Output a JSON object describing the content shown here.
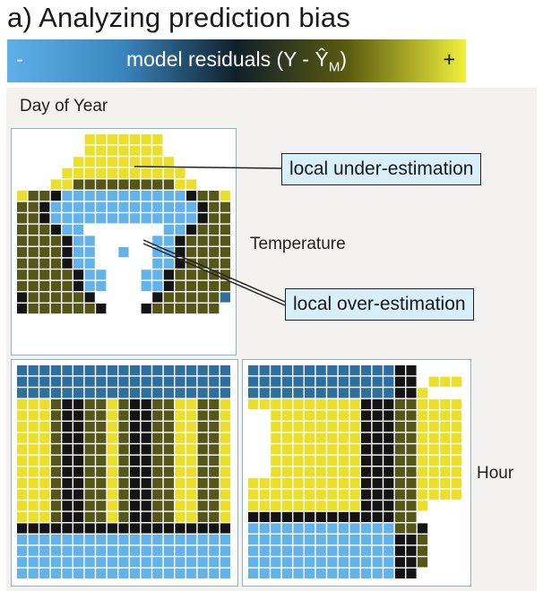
{
  "header": {
    "title": "a) Analyzing prediction bias"
  },
  "legend": {
    "minus": "-",
    "label": "model residuals (Y - Ŷ",
    "label_sub": "M",
    "label_close": ")",
    "plus": "+",
    "colors": [
      "#5fb0e8",
      "#3a86bf",
      "#10202a",
      "#5a5a10",
      "#f0f03c"
    ]
  },
  "dimensions": {
    "day_of_year": "Day of Year",
    "temperature": "Temperature",
    "hour": "Hour"
  },
  "callouts": {
    "under": "local under-estimation",
    "over": "local over-estimation"
  },
  "chart_data": {
    "type": "heatmap",
    "value_scale": "residual, -2 (strong over-estimation, blue) to +2 (strong under-estimation, yellow), blank = no data",
    "panels": [
      {
        "name": "temperature-vs-day-of-year",
        "x": "Day of Year",
        "y": "Temperature",
        "rows": [
          "       22222       ",
          "      2222222      ",
          "     222222222     ",
          "    22222222222    ",
          "   1111111111111   ",
          "2 111000000000111 2",
          "1100-2-2-2-2-2-2011",
          "110-2-2-2-2-2-2-2011",
          "11-2-2-2    -2-2-211",
          "10-2-2         -2-201",
          "1-2-2     -2     -2-21",
          "10-2             -201",
          "1-2               -21",
          "0-1               -10",
          "-1                 -1",
          "0                  0 "
        ]
      },
      {
        "name": "hour-vs-day-of-year",
        "x": "Day of Year",
        "y": "Hour",
        "pattern": "rows 0-2 and 14-18 blue (over-estimation); rows 3-12 yellow at both season edges and center-left/right, dark near equinoxes"
      },
      {
        "name": "hour-vs-temperature",
        "x": "Temperature",
        "y": "Hour",
        "pattern": "low temperatures: blue at night hours, yellow during day; high temperatures: yellow across most hours"
      }
    ]
  }
}
